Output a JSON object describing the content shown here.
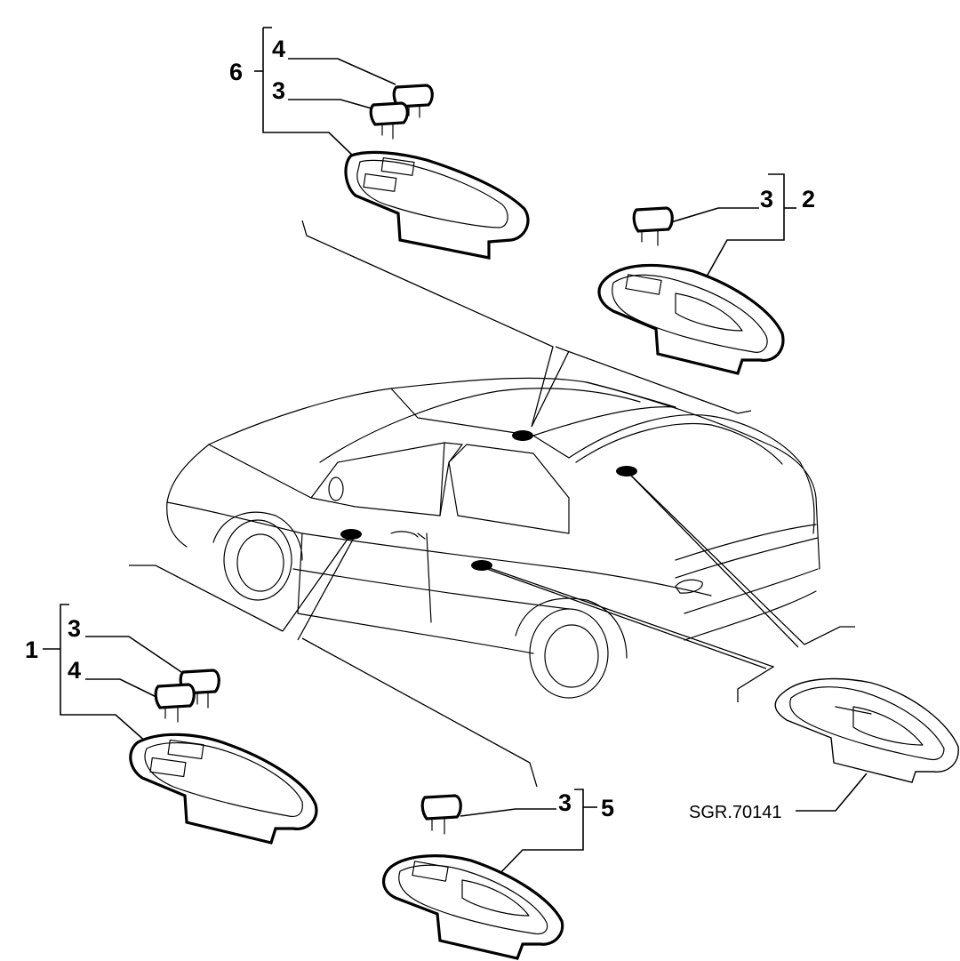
{
  "drawing_ref": "SGR.70141",
  "callouts": {
    "group_front_left": "1",
    "group_rear_left": "2",
    "group_rear_right": "5",
    "group_front_right": "6",
    "switch_a_label": "3",
    "switch_b_label": "4"
  }
}
